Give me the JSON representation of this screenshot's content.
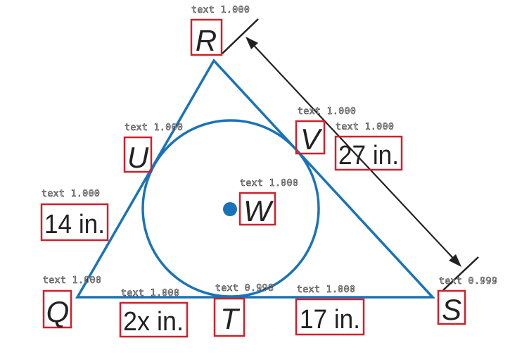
{
  "colors": {
    "shape": "#1a73b8",
    "detection_box": "#d0202a",
    "arrow": "#222222",
    "text": "#222222"
  },
  "detections": [
    {
      "id": "R",
      "text": "R",
      "italic": true,
      "confidence": "text 1.000"
    },
    {
      "id": "U",
      "text": "U",
      "italic": true,
      "confidence": "text 1.000"
    },
    {
      "id": "V",
      "text": "V",
      "italic": true,
      "confidence": "text 1.000"
    },
    {
      "id": "27in",
      "text": "27 in.",
      "italic": false,
      "confidence": "text 1.000"
    },
    {
      "id": "W",
      "text": "W",
      "italic": true,
      "confidence": "text 1.000"
    },
    {
      "id": "14in",
      "text": "14 in.",
      "italic": false,
      "confidence": "text 1.000"
    },
    {
      "id": "Q",
      "text": "Q",
      "italic": true,
      "confidence": "text 1.000"
    },
    {
      "id": "2xin",
      "text": "2x in.",
      "italic": false,
      "confidence": "text 1.000"
    },
    {
      "id": "T",
      "text": "T",
      "italic": true,
      "confidence": "text 0.998"
    },
    {
      "id": "17in",
      "text": "17 in.",
      "italic": false,
      "confidence": "text 1.000"
    },
    {
      "id": "S",
      "text": "S",
      "italic": true,
      "confidence": "text 0.999"
    }
  ]
}
